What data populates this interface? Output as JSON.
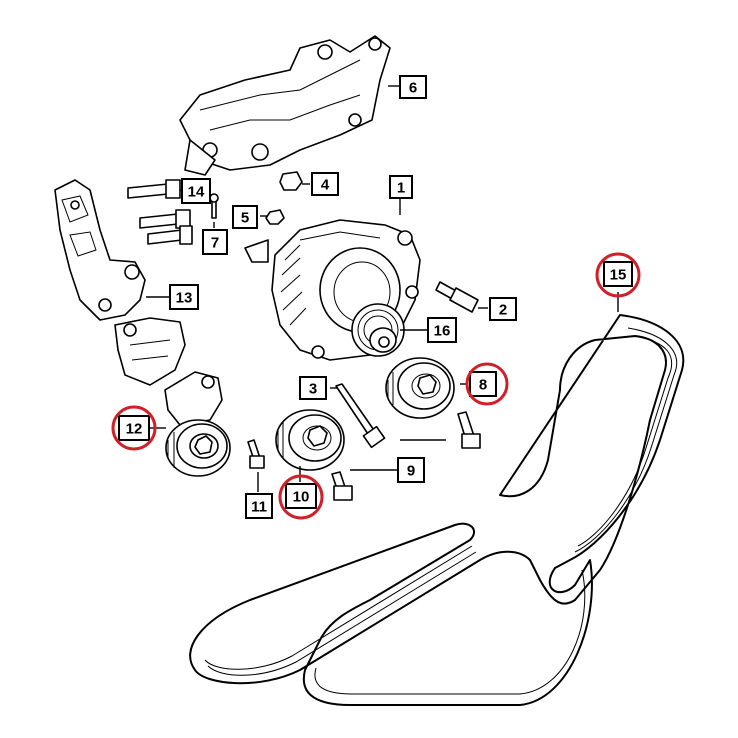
{
  "diagram": {
    "highlight_color": "#d0202a",
    "callouts": [
      {
        "id": "c1",
        "label": "1",
        "highlighted": false
      },
      {
        "id": "c2",
        "label": "2",
        "highlighted": false
      },
      {
        "id": "c3",
        "label": "3",
        "highlighted": false
      },
      {
        "id": "c4",
        "label": "4",
        "highlighted": false
      },
      {
        "id": "c5",
        "label": "5",
        "highlighted": false
      },
      {
        "id": "c6",
        "label": "6",
        "highlighted": false
      },
      {
        "id": "c7",
        "label": "7",
        "highlighted": false
      },
      {
        "id": "c8",
        "label": "8",
        "highlighted": true
      },
      {
        "id": "c9",
        "label": "9",
        "highlighted": false
      },
      {
        "id": "c10",
        "label": "10",
        "highlighted": true
      },
      {
        "id": "c11",
        "label": "11",
        "highlighted": false
      },
      {
        "id": "c12",
        "label": "12",
        "highlighted": true
      },
      {
        "id": "c13",
        "label": "13",
        "highlighted": false
      },
      {
        "id": "c14",
        "label": "14",
        "highlighted": false
      },
      {
        "id": "c15",
        "label": "15",
        "highlighted": true
      },
      {
        "id": "c16",
        "label": "16",
        "highlighted": false
      }
    ]
  }
}
